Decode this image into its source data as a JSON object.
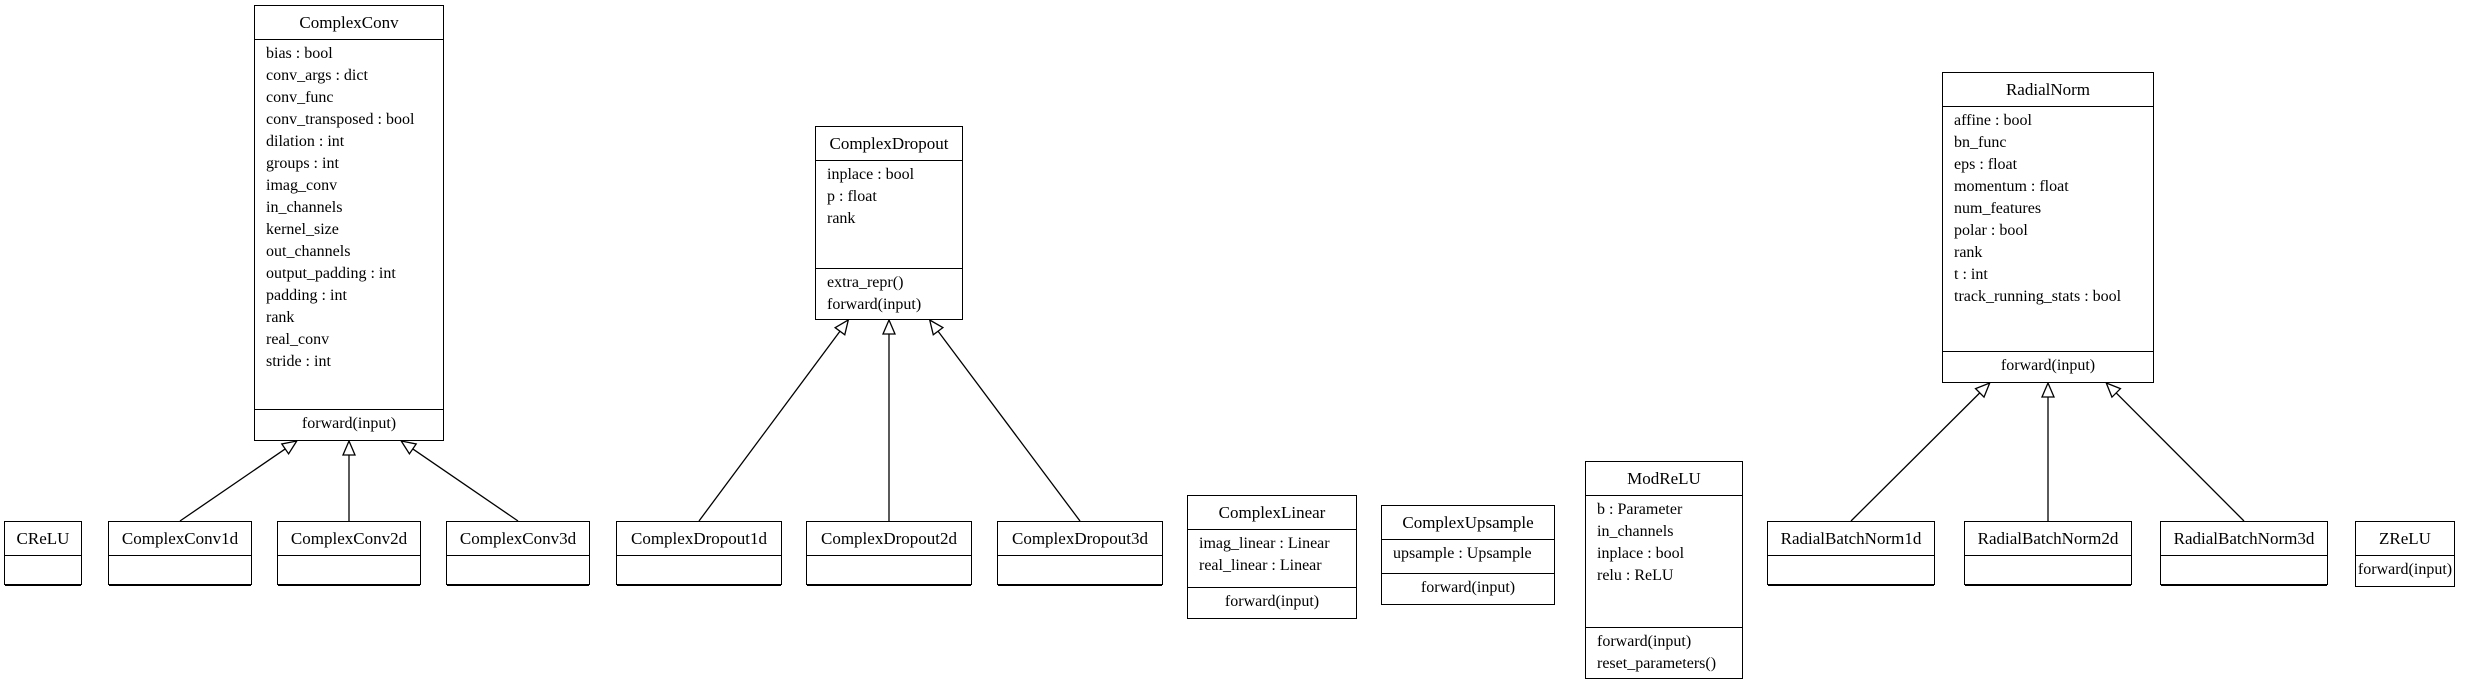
{
  "classes": [
    {
      "id": "ComplexConv",
      "name": "ComplexConv",
      "attributes": [
        "bias : bool",
        "conv_args : dict",
        "conv_func",
        "conv_transposed : bool",
        "dilation : int",
        "groups : int",
        "imag_conv",
        "in_channels",
        "kernel_size",
        "out_channels",
        "output_padding : int",
        "padding : int",
        "rank",
        "real_conv",
        "stride : int"
      ],
      "methods": [
        "forward(input)"
      ]
    },
    {
      "id": "ComplexDropout",
      "name": "ComplexDropout",
      "attributes": [
        "inplace : bool",
        "p : float",
        "rank"
      ],
      "methods": [
        "extra_repr()",
        "forward(input)"
      ]
    },
    {
      "id": "RadialNorm",
      "name": "RadialNorm",
      "attributes": [
        "affine : bool",
        "bn_func",
        "eps : float",
        "momentum : float",
        "num_features",
        "polar : bool",
        "rank",
        "t : int",
        "track_running_stats : bool"
      ],
      "methods": [
        "forward(input)"
      ]
    },
    {
      "id": "CReLU",
      "name": "CReLU",
      "attributes": [],
      "methods": []
    },
    {
      "id": "ComplexConv1d",
      "name": "ComplexConv1d",
      "attributes": [],
      "methods": []
    },
    {
      "id": "ComplexConv2d",
      "name": "ComplexConv2d",
      "attributes": [],
      "methods": []
    },
    {
      "id": "ComplexConv3d",
      "name": "ComplexConv3d",
      "attributes": [],
      "methods": []
    },
    {
      "id": "ComplexDropout1d",
      "name": "ComplexDropout1d",
      "attributes": [],
      "methods": []
    },
    {
      "id": "ComplexDropout2d",
      "name": "ComplexDropout2d",
      "attributes": [],
      "methods": []
    },
    {
      "id": "ComplexDropout3d",
      "name": "ComplexDropout3d",
      "attributes": [],
      "methods": []
    },
    {
      "id": "ComplexLinear",
      "name": "ComplexLinear",
      "attributes": [
        "imag_linear : Linear",
        "real_linear : Linear"
      ],
      "methods": [
        "forward(input)"
      ]
    },
    {
      "id": "ComplexUpsample",
      "name": "ComplexUpsample",
      "attributes": [
        "upsample : Upsample"
      ],
      "methods": [
        "forward(input)"
      ]
    },
    {
      "id": "ModReLU",
      "name": "ModReLU",
      "attributes": [
        "b : Parameter",
        "in_channels",
        "inplace : bool",
        "relu : ReLU"
      ],
      "methods": [
        "forward(input)",
        "reset_parameters()"
      ]
    },
    {
      "id": "RadialBatchNorm1d",
      "name": "RadialBatchNorm1d",
      "attributes": [],
      "methods": []
    },
    {
      "id": "RadialBatchNorm2d",
      "name": "RadialBatchNorm2d",
      "attributes": [],
      "methods": []
    },
    {
      "id": "RadialBatchNorm3d",
      "name": "RadialBatchNorm3d",
      "attributes": [],
      "methods": []
    },
    {
      "id": "ZReLU",
      "name": "ZReLU",
      "attributes": [],
      "methods": [
        "forward(input)"
      ]
    }
  ],
  "inheritance": [
    {
      "child": "ComplexConv1d",
      "parent": "ComplexConv"
    },
    {
      "child": "ComplexConv2d",
      "parent": "ComplexConv"
    },
    {
      "child": "ComplexConv3d",
      "parent": "ComplexConv"
    },
    {
      "child": "ComplexDropout1d",
      "parent": "ComplexDropout"
    },
    {
      "child": "ComplexDropout2d",
      "parent": "ComplexDropout"
    },
    {
      "child": "ComplexDropout3d",
      "parent": "ComplexDropout"
    },
    {
      "child": "RadialBatchNorm1d",
      "parent": "RadialNorm"
    },
    {
      "child": "RadialBatchNorm2d",
      "parent": "RadialNorm"
    },
    {
      "child": "RadialBatchNorm3d",
      "parent": "RadialNorm"
    }
  ]
}
